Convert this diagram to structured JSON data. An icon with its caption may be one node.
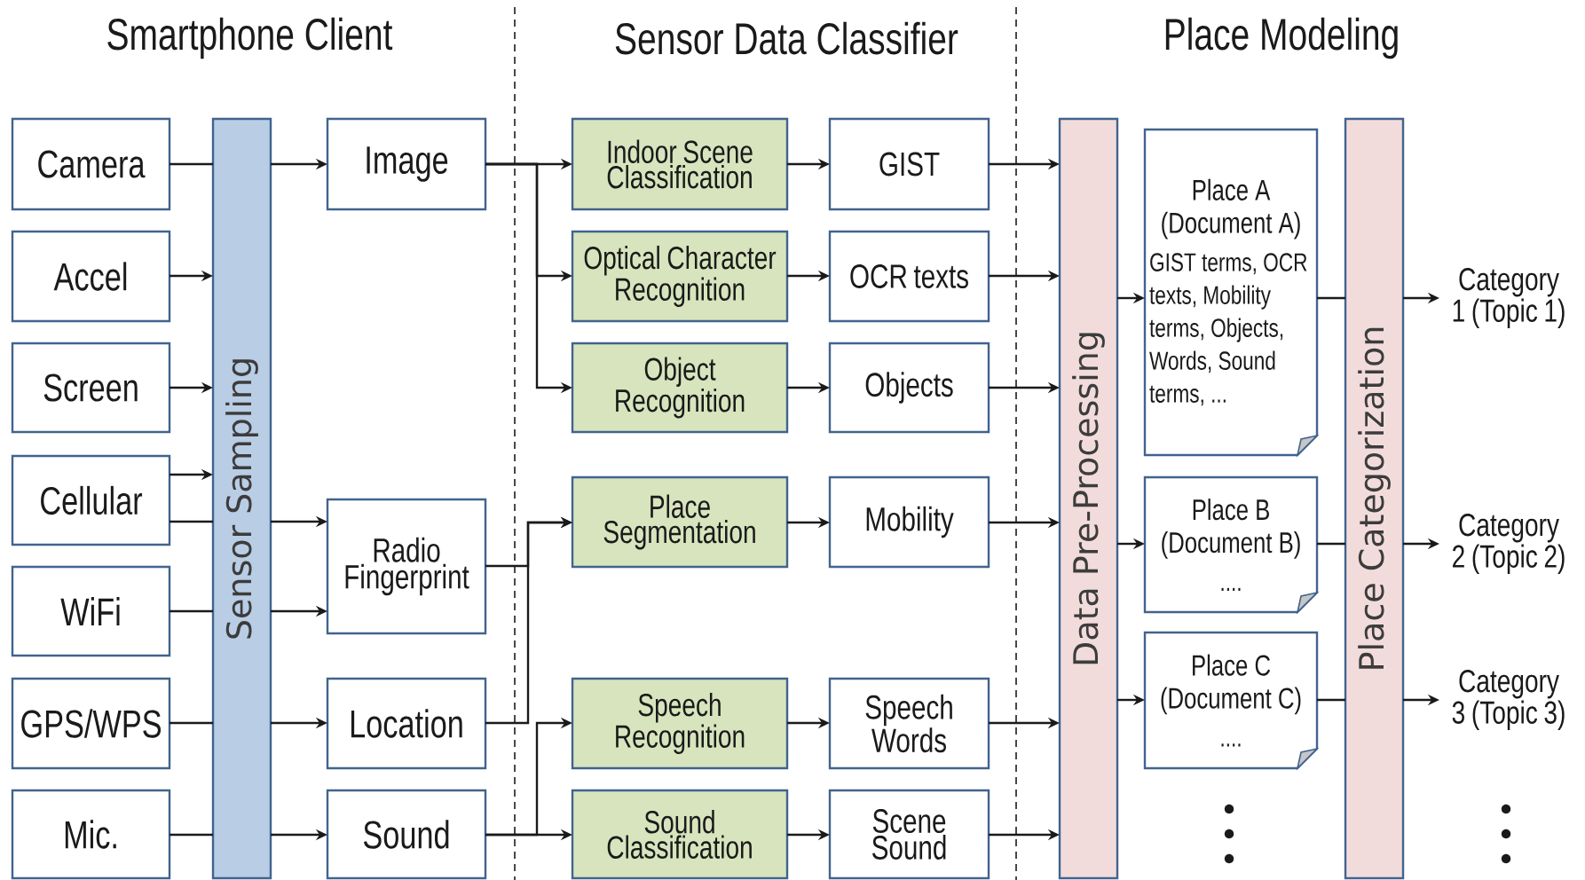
{
  "diagram": {
    "nodes": [
      {
        "text": [
          "Camera"
        ]
      },
      {
        "text": [
          "Accel"
        ]
      },
      {
        "text": [
          "Screen"
        ]
      },
      {
        "text": [
          "Cellular"
        ]
      },
      {
        "text": [
          "WiFi"
        ]
      },
      {
        "text": [
          "GPS/WPS"
        ]
      },
      {
        "text": [
          "Mic."
        ]
      },
      {
        "text": [
          "Sensor Sampling"
        ]
      },
      {
        "text": [
          "Image"
        ]
      },
      {
        "text": [
          "Radio Fingerprint"
        ]
      },
      {
        "text": [
          "Location"
        ]
      },
      {
        "text": [
          "Sound"
        ]
      },
      {
        "text": [
          "Indoor Scene Classification"
        ]
      },
      {
        "text": [
          "Optical Character Recognition"
        ]
      },
      {
        "text": [
          "Object Recognition"
        ]
      },
      {
        "text": [
          "Place Segmentation"
        ]
      },
      {
        "text": [
          "Speech Recognition"
        ]
      },
      {
        "text": [
          "Sound Classification"
        ]
      },
      {
        "text": [
          "GIST"
        ]
      },
      {
        "text": [
          "OCR texts"
        ]
      },
      {
        "text": [
          "Objects"
        ]
      },
      {
        "text": [
          "Mobility"
        ]
      },
      {
        "text": [
          "Speech Words"
        ]
      },
      {
        "text": [
          "Scene Sound"
        ]
      },
      {
        "text": [
          "Data Pre-Processing"
        ]
      },
      {
        "text": [
          "Place A (Document A)",
          "GIST terms, OCR texts, Mobility terms, Objects, Words, Sound terms, ..."
        ]
      },
      {
        "text": [
          "Place B (Document B)",
          "...."
        ]
      },
      {
        "text": [
          "Place C (Document C)",
          "...."
        ]
      },
      {
        "text": [
          "Place Categorization"
        ]
      },
      {
        "text": [
          "Category 1 (Topic 1)"
        ]
      },
      {
        "text": [
          "Category 2 (Topic 2)"
        ]
      },
      {
        "text": [
          "Category 3 (Topic 3)"
        ]
      }
    ],
    "edges": [
      {
        "from": 0,
        "to": 7,
        "arrow": "none"
      },
      {
        "from": 1,
        "to": 7,
        "arrow": "to"
      },
      {
        "from": 2,
        "to": 7,
        "arrow": "to"
      },
      {
        "from": 3,
        "to": 7,
        "arrow": "to"
      },
      {
        "from": 3,
        "to": 7,
        "arrow": "none"
      },
      {
        "from": 4,
        "to": 7,
        "arrow": "none"
      },
      {
        "from": 5,
        "to": 7,
        "arrow": "none"
      },
      {
        "from": 6,
        "to": 7,
        "arrow": "none"
      },
      {
        "from": 7,
        "to": 8,
        "arrow": "to"
      },
      {
        "from": 7,
        "to": 9,
        "arrow": "to"
      },
      {
        "from": 7,
        "to": 9,
        "arrow": "to"
      },
      {
        "from": 7,
        "to": 10,
        "arrow": "to"
      },
      {
        "from": 7,
        "to": 11,
        "arrow": "to"
      },
      {
        "from": 8,
        "to": 12,
        "arrow": "to"
      },
      {
        "from": 8,
        "to": 13,
        "arrow": "to"
      },
      {
        "from": 8,
        "to": 14,
        "arrow": "to"
      },
      {
        "from": 9,
        "to": 15,
        "arrow": "to"
      },
      {
        "from": 10,
        "to": 15,
        "arrow": "to"
      },
      {
        "from": 11,
        "to": 16,
        "arrow": "to"
      },
      {
        "from": 11,
        "to": 17,
        "arrow": "to"
      },
      {
        "from": 12,
        "to": 18,
        "arrow": "to"
      },
      {
        "from": 13,
        "to": 19,
        "arrow": "to"
      },
      {
        "from": 14,
        "to": 20,
        "arrow": "to"
      },
      {
        "from": 15,
        "to": 21,
        "arrow": "to"
      },
      {
        "from": 16,
        "to": 22,
        "arrow": "to"
      },
      {
        "from": 17,
        "to": 23,
        "arrow": "to"
      },
      {
        "from": 18,
        "to": 24,
        "arrow": "to"
      },
      {
        "from": 19,
        "to": 24,
        "arrow": "to"
      },
      {
        "from": 20,
        "to": 24,
        "arrow": "to"
      },
      {
        "from": 21,
        "to": 24,
        "arrow": "to"
      },
      {
        "from": 22,
        "to": 24,
        "arrow": "to"
      },
      {
        "from": 23,
        "to": 24,
        "arrow": "to"
      },
      {
        "from": 24,
        "to": 25,
        "arrow": "to"
      },
      {
        "from": 24,
        "to": 26,
        "arrow": "to"
      },
      {
        "from": 24,
        "to": 27,
        "arrow": "to"
      },
      {
        "from": 25,
        "to": 28,
        "arrow": "none"
      },
      {
        "from": 26,
        "to": 28,
        "arrow": "none"
      },
      {
        "from": 27,
        "to": 28,
        "arrow": "none"
      },
      {
        "from": 28,
        "to": 29,
        "arrow": "to"
      },
      {
        "from": 28,
        "to": 30,
        "arrow": "to"
      },
      {
        "from": 28,
        "to": 31,
        "arrow": "to"
      }
    ],
    "labels": [
      "Smartphone Client",
      "Sensor Data Classifier",
      "Place Modeling"
    ]
  }
}
